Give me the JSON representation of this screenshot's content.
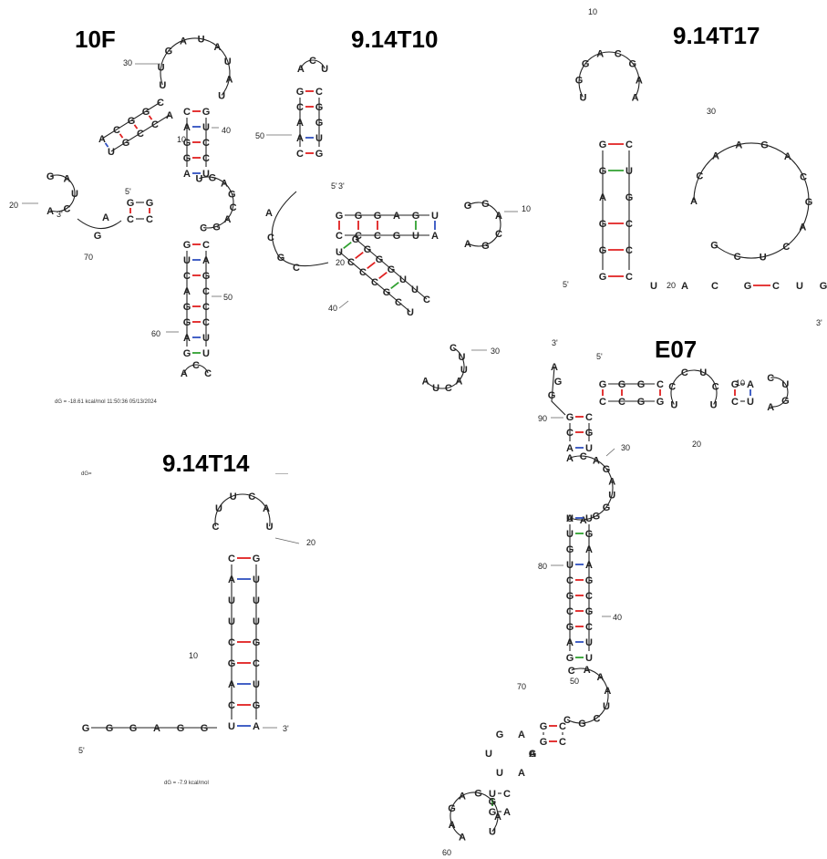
{
  "colors": {
    "gc": "#e02020",
    "au": "#3050c0",
    "gu": "#30a030",
    "backbone": "#222222"
  },
  "structures": [
    {
      "id": "s10F",
      "title": "10F",
      "ends": {
        "five": "5'",
        "three": "3'"
      },
      "nums": [
        "10",
        "20",
        "30",
        "40",
        "50",
        "60",
        "70"
      ],
      "caption": "dG = -18.61 kcal/mol 11:50:36 05/13/2024"
    },
    {
      "id": "s914T10",
      "title": "9.14T10",
      "ends": {
        "five": "5'",
        "three": "3'"
      },
      "nums": [
        "10",
        "20",
        "30",
        "40",
        "50"
      ]
    },
    {
      "id": "s914T17",
      "title": "9.14T17",
      "ends": {
        "five": "5'",
        "three": "3'"
      },
      "nums": [
        "10",
        "20",
        "30"
      ]
    },
    {
      "id": "s914T14",
      "title": "9.14T14",
      "ends": {
        "five": "5'",
        "three": "3'"
      },
      "nums": [
        "10",
        "20"
      ],
      "header_left": "dG=",
      "header_right": "-------",
      "caption": "dG = -7.9 kcal/mol"
    },
    {
      "id": "sE07",
      "title": "E07",
      "ends": {
        "five": "5'",
        "three": "3'"
      },
      "nums": [
        "10",
        "20",
        "30",
        "40",
        "50",
        "60",
        "70",
        "80",
        "90"
      ]
    }
  ]
}
